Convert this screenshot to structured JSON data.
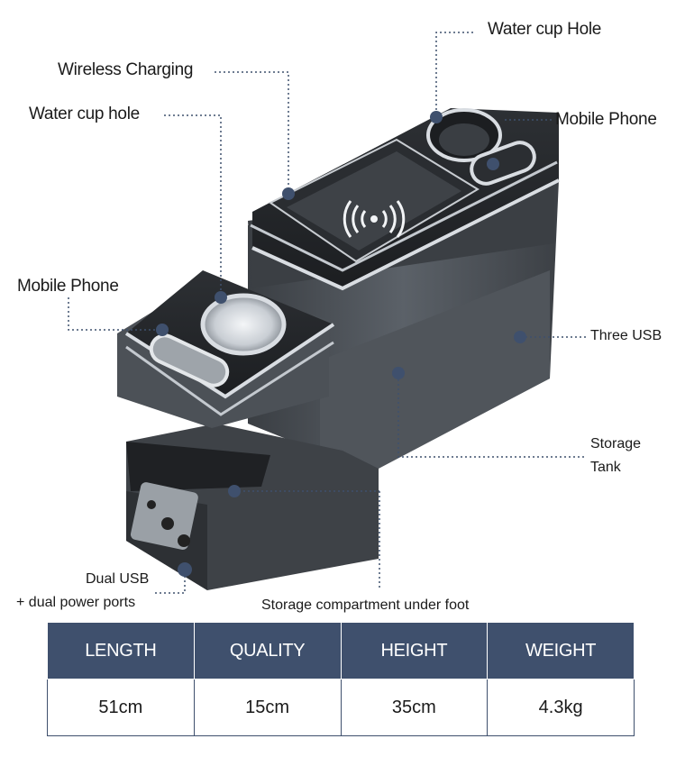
{
  "callouts": {
    "water_cup_hole_top": "Water cup Hole",
    "wireless_charging": "Wireless Charging",
    "water_cup_hole_left": "Water cup hole",
    "mobile_phone_right": "Mobile Phone",
    "mobile_phone_left": "Mobile Phone",
    "three_usb": "Three USB",
    "storage_tank_line1": "Storage",
    "storage_tank_line2": "Tank",
    "dual_usb_line1": "Dual USB",
    "dual_usb_line2": "+ dual power ports",
    "storage_under_foot": "Storage compartment under foot"
  },
  "specs": {
    "headers": [
      "LENGTH",
      "QUALITY",
      "HEIGHT",
      "WEIGHT"
    ],
    "values": [
      "51cm",
      "15cm",
      "35cm",
      "4.3kg"
    ]
  },
  "colors": {
    "body": "#4a4f55",
    "header_bg": "#3f506d",
    "marker": "#3f506d",
    "chrome": "#d9dde2"
  }
}
